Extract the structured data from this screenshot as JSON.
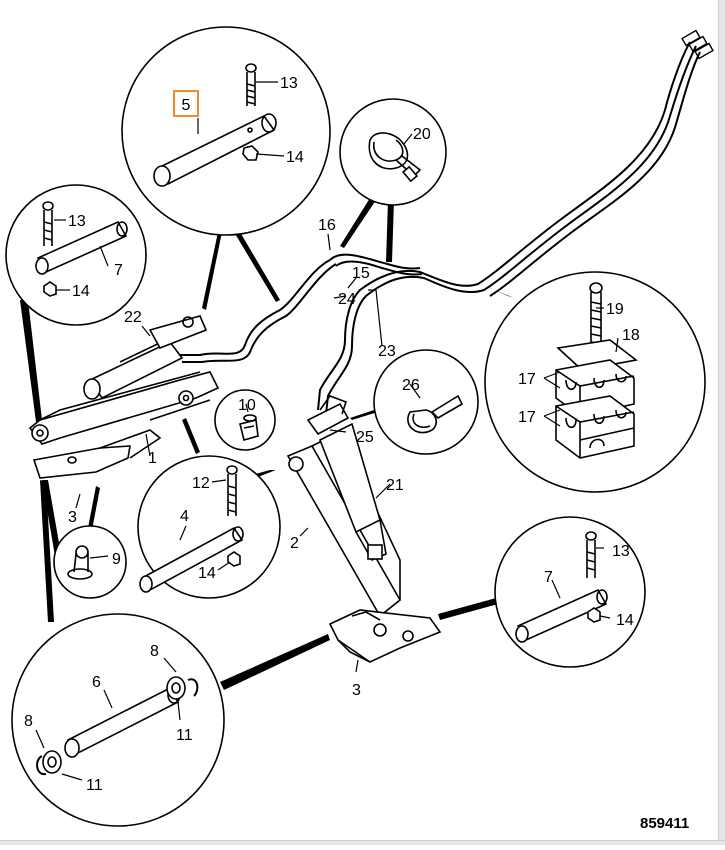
{
  "highlight_color": "#f08a2c",
  "figure_id": "859411",
  "callouts": {
    "c1": "1",
    "c2": "2",
    "c3a": "3",
    "c3b": "3",
    "c4": "4",
    "c5": "5",
    "c6": "6",
    "c7a": "7",
    "c7b": "7",
    "c8a": "8",
    "c8b": "8",
    "c9": "9",
    "c10": "10",
    "c11a": "11",
    "c11b": "11",
    "c12": "12",
    "c13a": "13",
    "c13b": "13",
    "c13c": "13",
    "c14a": "14",
    "c14b": "14",
    "c14c": "14",
    "c14d": "14",
    "c15": "15",
    "c16": "16",
    "c17a": "17",
    "c17b": "17",
    "c18": "18",
    "c19": "19",
    "c20": "20",
    "c21": "21",
    "c22": "22",
    "c23": "23",
    "c24": "24",
    "c25": "25",
    "c26": "26"
  }
}
